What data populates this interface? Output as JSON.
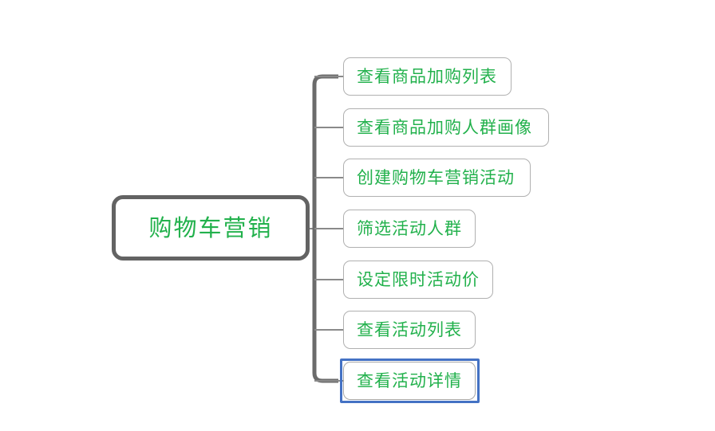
{
  "diagram": {
    "type": "mindmap",
    "title": "购物车营销",
    "orientation": "left-to-right",
    "colors": {
      "node_text": "#22b14c",
      "root_border": "#636363",
      "child_border": "#b0b0b0",
      "trunk_line": "#6b6b6b",
      "branch_line": "#8a8a8a",
      "selection": "#4472c4",
      "background": "#ffffff"
    },
    "root": {
      "label": "购物车营销"
    },
    "children": [
      {
        "label": "查看商品加购列表",
        "selected": false
      },
      {
        "label": "查看商品加购人群画像",
        "selected": false
      },
      {
        "label": "创建购物车营销活动",
        "selected": false
      },
      {
        "label": "筛选活动人群",
        "selected": false
      },
      {
        "label": "设定限时活动价",
        "selected": false
      },
      {
        "label": "查看活动列表",
        "selected": false
      },
      {
        "label": "查看活动详情",
        "selected": true
      }
    ]
  }
}
